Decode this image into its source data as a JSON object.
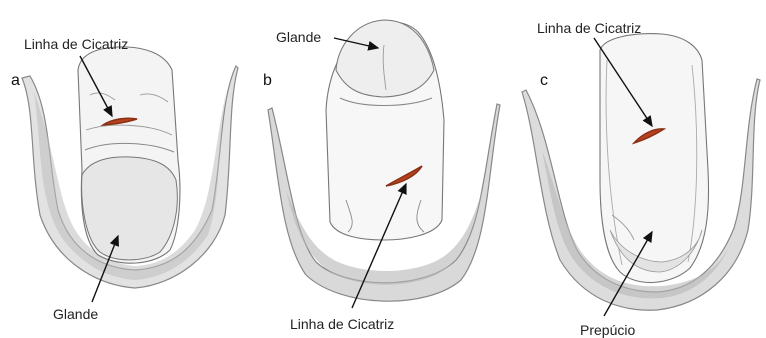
{
  "figure": {
    "panels": [
      {
        "letter": "a",
        "scar_label": "Linha de Cicatriz",
        "pointer_label": "Glande"
      },
      {
        "letter": "b",
        "pointer_label": "Glande",
        "scar_label": "Linha de Cicatriz"
      },
      {
        "letter": "c",
        "scar_label": "Linha de Cicatriz",
        "pointer_label": "Prepúcio"
      }
    ],
    "colors": {
      "scar": "#b5421f",
      "tissue_fill": "#d9d9d9",
      "tissue_light": "#efefef",
      "outline": "#6e6e6e",
      "arrow": "#111111"
    }
  }
}
